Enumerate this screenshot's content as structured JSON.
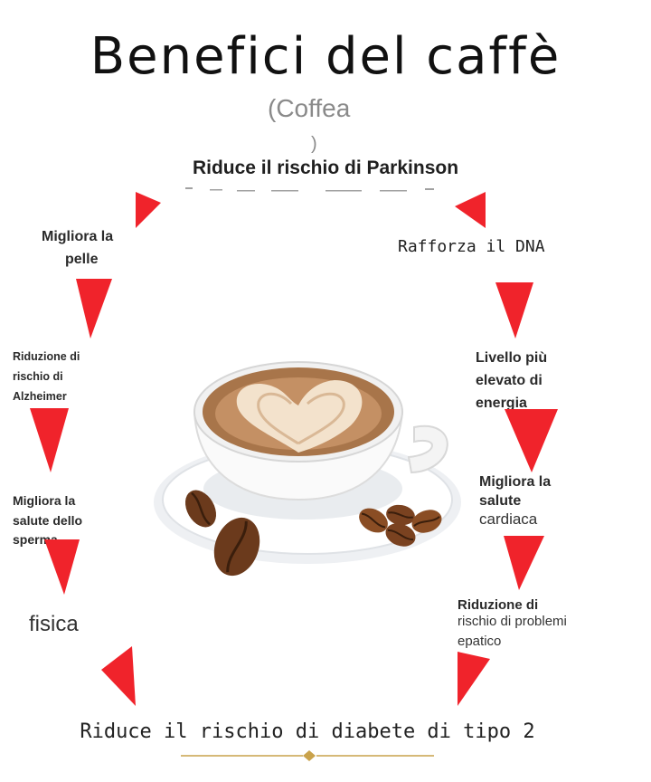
{
  "title": "Benefici del caffè",
  "subtitle": "(Coffea",
  "subtitle_paren": ")",
  "top_benefit": "Riduce il rischio di Parkinson",
  "bottom_benefit": "Riduce il rischio di diabete di tipo 2",
  "left": {
    "skin": [
      "Migliora la",
      "pelle"
    ],
    "alzheimer": [
      "Riduzione di",
      "rischio di",
      "Alzheimer"
    ],
    "sperm": [
      "Migliora la",
      "salute dello",
      "sperma"
    ],
    "physical": "fisica"
  },
  "right": {
    "dna": "Rafforza il DNA",
    "energy": [
      "Livello più",
      "elevato di",
      "energia"
    ],
    "heart": [
      "Migliora la",
      "salute",
      "cardiaca"
    ],
    "liver": [
      "Riduzione di",
      "rischio di problemi",
      "epatico"
    ]
  },
  "colors": {
    "arrow": "#f0232b",
    "coffee": "#a8754a",
    "foam": "#f3e2cc",
    "bean": "#6b3a1c",
    "divider": "#c9a24b"
  }
}
